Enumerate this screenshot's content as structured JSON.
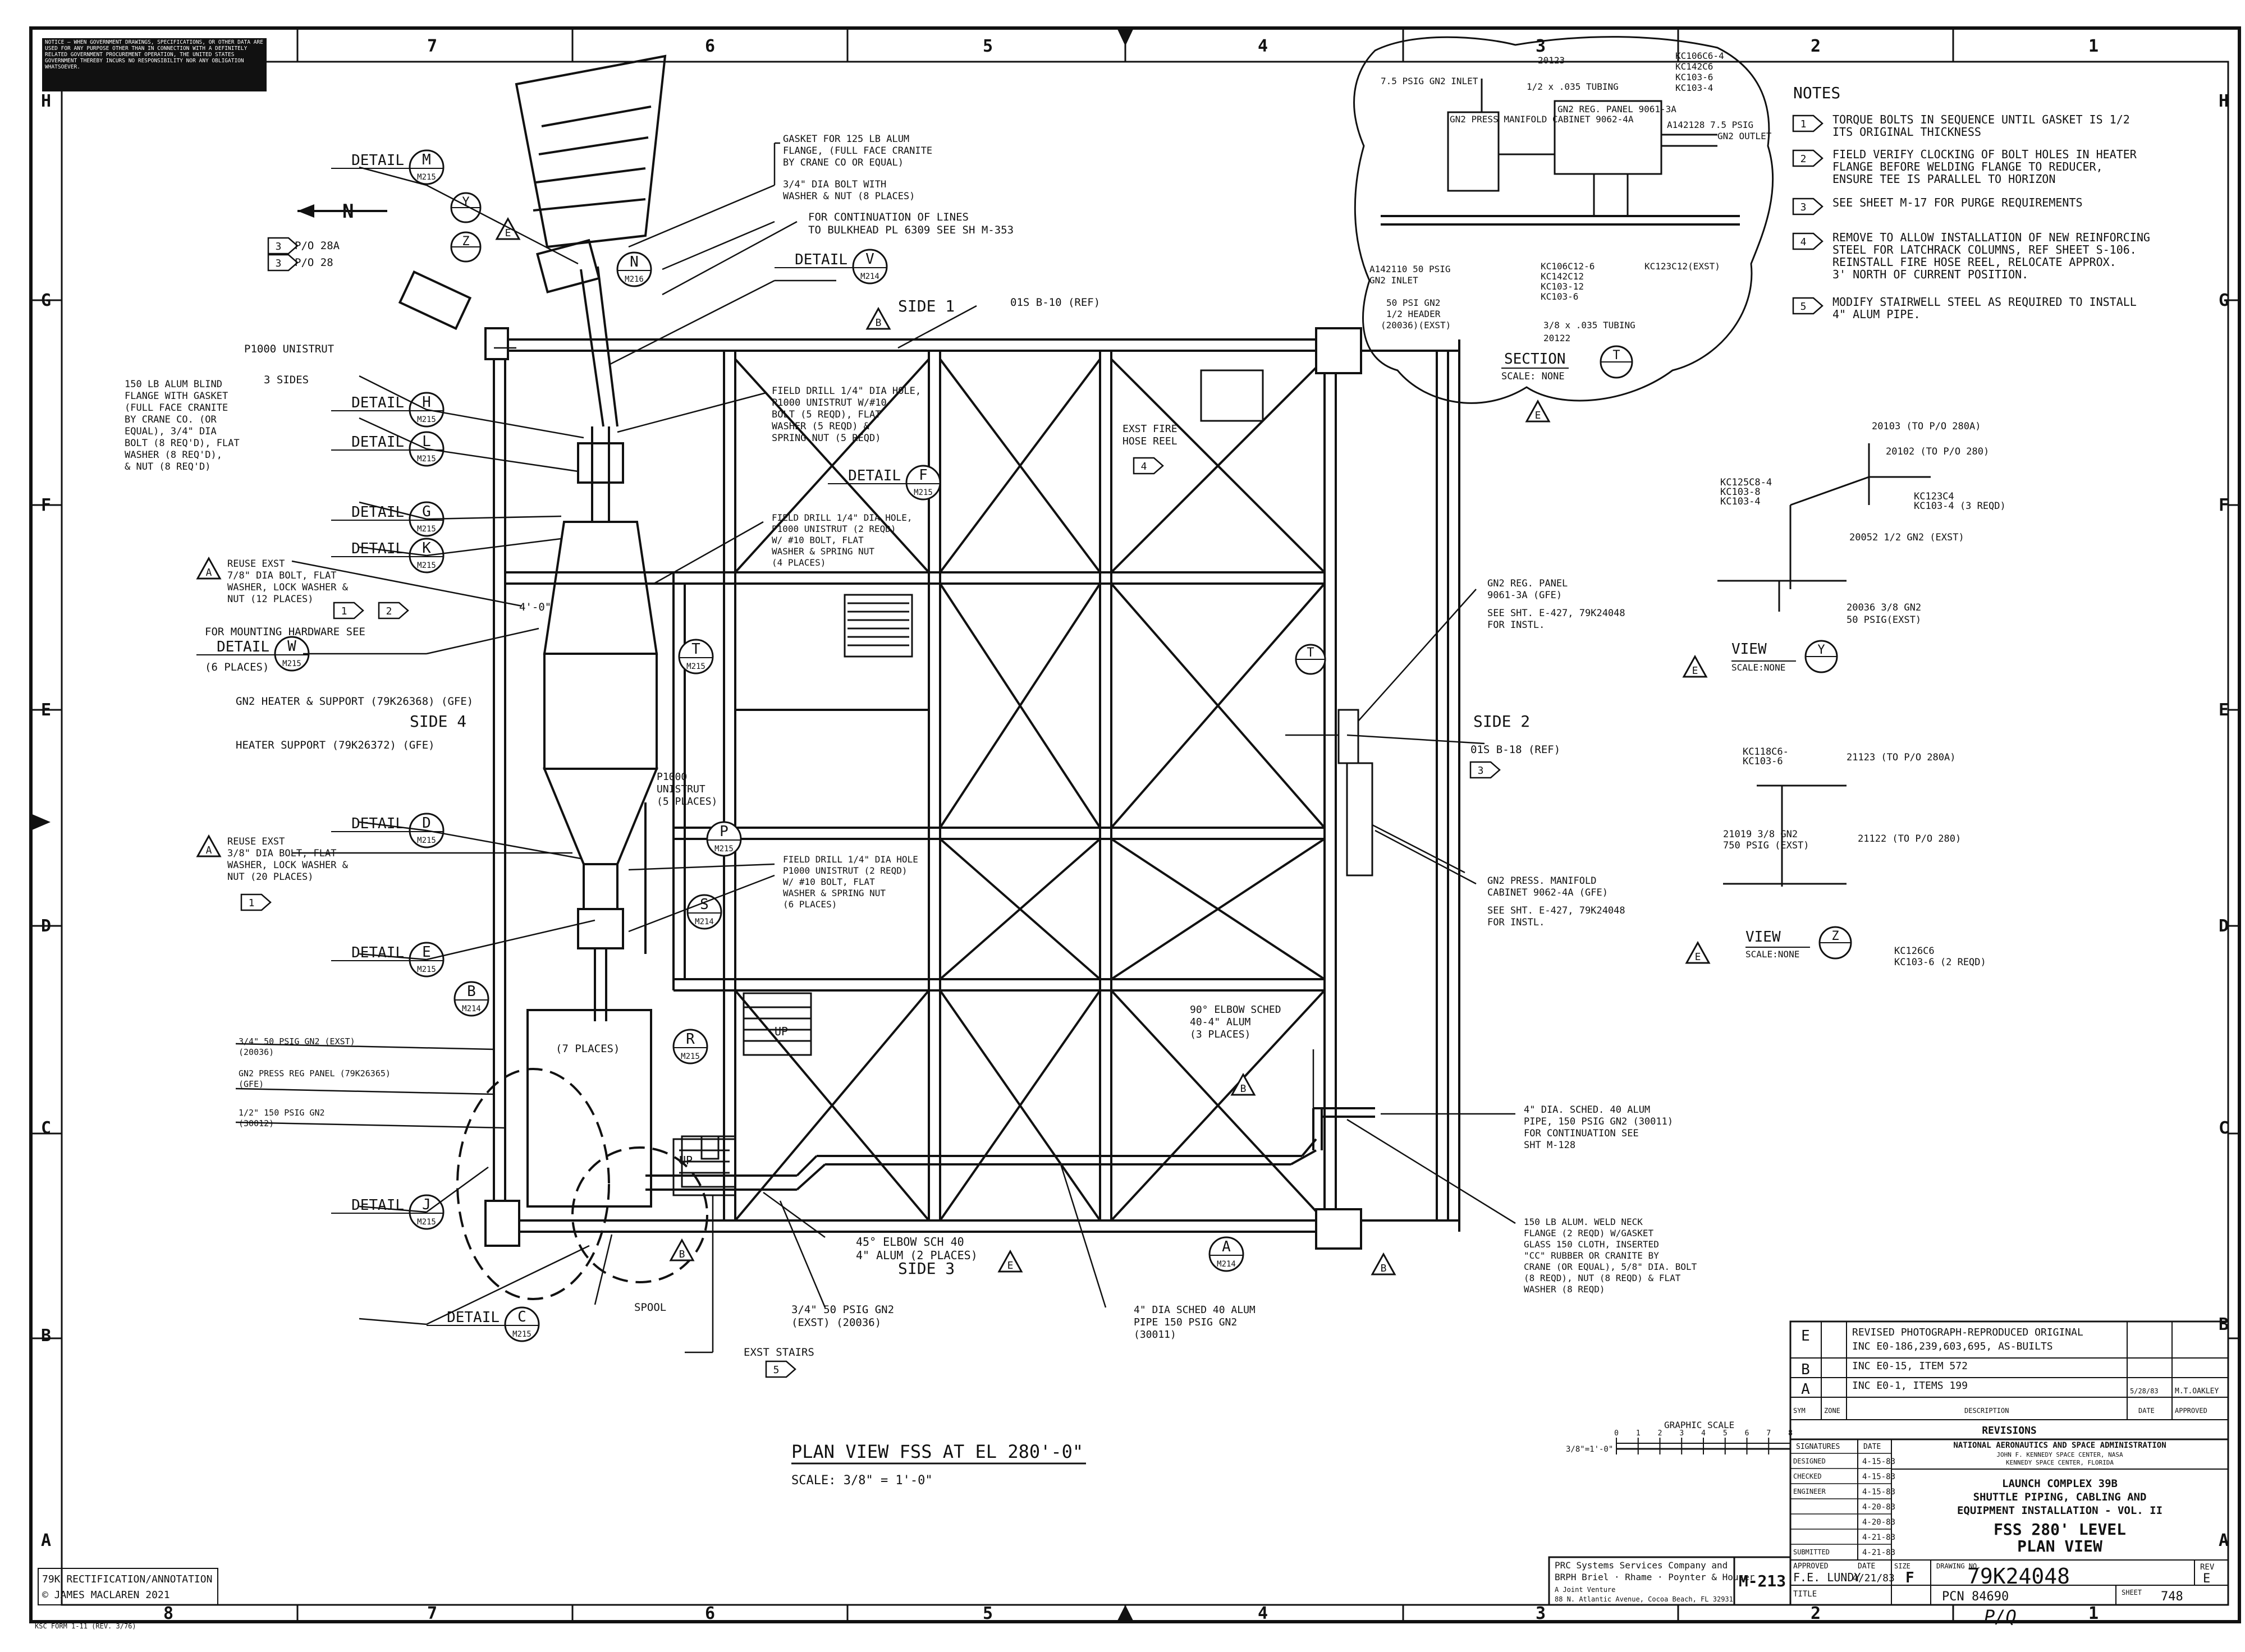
{
  "border": {
    "columns": [
      "8",
      "7",
      "6",
      "5",
      "4",
      "3",
      "2",
      "1"
    ],
    "rows": [
      "H",
      "G",
      "F",
      "E",
      "D",
      "C",
      "B",
      "A"
    ]
  },
  "notes_block_text": "NOTICE — WHEN GOVERNMENT DRAWINGS, SPECIFICATIONS, OR OTHER DATA ARE USED FOR ANY PURPOSE OTHER THAN IN CONNECTION WITH A DEFINITELY RELATED GOVERNMENT PROCUREMENT OPERATION, THE UNITED STATES GOVERNMENT THEREBY INCURS NO RESPONSIBILITY NOR ANY OBLIGATION WHATSOEVER.",
  "notes": {
    "heading": "NOTES",
    "items": [
      {
        "num": "1",
        "text": [
          "TORQUE BOLTS IN SEQUENCE UNTIL GASKET IS 1/2",
          "ITS ORIGINAL THICKNESS"
        ]
      },
      {
        "num": "2",
        "text": [
          "FIELD VERIFY CLOCKING OF BOLT HOLES IN HEATER",
          "FLANGE BEFORE WELDING FLANGE TO REDUCER,",
          "ENSURE TEE IS PARALLEL TO HORIZON"
        ]
      },
      {
        "num": "3",
        "text": [
          "SEE SHEET M-17 FOR PURGE REQUIREMENTS"
        ]
      },
      {
        "num": "4",
        "text": [
          "REMOVE TO ALLOW INSTALLATION OF NEW REINFORCING",
          "STEEL FOR LATCHRACK COLUMNS, REF SHEET S-106.",
          "REINSTALL FIRE HOSE REEL, RELOCATE APPROX.",
          "3' NORTH OF CURRENT POSITION."
        ]
      },
      {
        "num": "5",
        "text": [
          "MODIFY STAIRWELL STEEL AS REQUIRED TO INSTALL",
          "4\" ALUM PIPE."
        ]
      }
    ]
  },
  "section_t": {
    "title": "SECTION",
    "scale": "SCALE: NONE",
    "mark": "T",
    "rev": "E",
    "labels": [
      "7.5 PSIG GN2 INLET",
      "20123",
      "1/2 x .035 TUBING",
      "KC106C6-4",
      "KC142C6",
      "KC103-6",
      "KC103-4",
      "GN2 PRESS MANIFOLD CABINET 9062-4A",
      "GN2 REG. PANEL 9061-3A",
      "A142128 7.5 PSIG",
      "GN2 OUTLET",
      "A142110 50 PSIG",
      "GN2 INLET",
      "KC106C12-6",
      "KC142C12",
      "KC103-12",
      "KC103-6",
      "KC123C12(EXST)",
      "50 PSI GN2",
      "1/2 HEADER",
      "(20036)(EXST)",
      "3/8 x .035 TUBING",
      "20122"
    ]
  },
  "view_y": {
    "title": "VIEW",
    "mark": "Y",
    "scale": "SCALE:NONE",
    "rev": "E",
    "labels": [
      "20103 (TO P/O 280A)",
      "20102 (TO P/O 280)",
      "KC125C8-4",
      "KC103-8",
      "KC103-4",
      "KC123C4",
      "KC103-4 (3 REQD)",
      "20052 1/2 GN2 (EXST)",
      "20036 3/8 GN2",
      "50 PSIG(EXST)"
    ]
  },
  "view_z": {
    "title": "VIEW",
    "mark": "Z",
    "scale": "SCALE:NONE",
    "rev": "E",
    "labels": [
      "KC118C6-",
      "KC103-6",
      "21123 (TO P/O 280A)",
      "21019 3/8 GN2",
      "750 PSIG (EXST)",
      "21122 (TO P/O 280)",
      "KC126C6",
      "KC103-6 (2 REQD)"
    ]
  },
  "plan": {
    "title": "PLAN VIEW FSS AT EL 280'-0\"",
    "scale": "SCALE: 3/8\" = 1'-0\"",
    "north": "N",
    "sides": [
      "SIDE 1",
      "SIDE 2",
      "SIDE 3",
      "SIDE 4"
    ],
    "details": [
      {
        "name": "M",
        "sheet": "M215"
      },
      {
        "name": "H",
        "sheet": "M215"
      },
      {
        "name": "L",
        "sheet": "M215"
      },
      {
        "name": "G",
        "sheet": "M215"
      },
      {
        "name": "K",
        "sheet": "M215"
      },
      {
        "name": "W",
        "sheet": "M215"
      },
      {
        "name": "D",
        "sheet": "M215"
      },
      {
        "name": "E",
        "sheet": "M215"
      },
      {
        "name": "J",
        "sheet": "M215"
      },
      {
        "name": "C",
        "sheet": "M215"
      },
      {
        "name": "V",
        "sheet": "M214"
      },
      {
        "name": "F",
        "sheet": "M215"
      },
      {
        "name": "P",
        "sheet": "M215"
      },
      {
        "name": "S",
        "sheet": "M214"
      },
      {
        "name": "B",
        "sheet": "M214"
      },
      {
        "name": "R",
        "sheet": "M215"
      },
      {
        "name": "A",
        "sheet": "M214"
      },
      {
        "name": "T",
        "sheet": "M215"
      },
      {
        "name": "N",
        "sheet": "M216"
      }
    ],
    "callouts": {
      "p28a": "P/O 28A",
      "p28": "P/O 28",
      "p1000_unistrut": "P1000 UNISTRUT",
      "three_sides": "3 SIDES",
      "blind_flange": [
        "150 LB ALUM BLIND",
        "FLANGE WITH GASKET",
        "(FULL FACE CRANITE",
        "BY CRANE CO. (OR",
        "EQUAL), 3/4\" DIA",
        "BOLT (8 REQ'D), FLAT",
        "WASHER (8 REQ'D),",
        "& NUT (8 REQ'D)"
      ],
      "gasket": [
        "GASKET FOR 125 LB ALUM",
        "FLANGE, (FULL FACE CRANITE",
        "BY CRANE CO OR EQUAL)"
      ],
      "bolt": [
        "3/4\" DIA BOLT WITH",
        "WASHER & NUT (8 PLACES)"
      ],
      "continuation": [
        "FOR CONTINUATION OF LINES",
        "TO BULKHEAD PL 6309 SEE SH M-353"
      ],
      "ref_b10": "01S B-10 (REF)",
      "ref_b18": "01S B-18 (REF)",
      "field_drill_1": [
        "FIELD DRILL 1/4\" DIA HOLE,",
        "P1000 UNISTRUT W/#10",
        "BOLT (5 REQD), FLAT",
        "WASHER (5 REQD) &",
        "SPRING NUT (5 REQD)"
      ],
      "field_drill_2": [
        "FIELD DRILL 1/4\" DIA HOLE,",
        "P1000 UNISTRUT (2 REQD)",
        "W/ #10 BOLT, FLAT",
        "WASHER & SPRING NUT",
        "(4 PLACES)"
      ],
      "field_drill_3": [
        "FIELD DRILL 1/4\" DIA HOLE",
        "P1000 UNISTRUT (2 REQD)",
        "W/ #10 BOLT, FLAT",
        "WASHER & SPRING NUT",
        "(6 PLACES)"
      ],
      "reuse_1": [
        "REUSE EXST",
        "7/8\" DIA BOLT, FLAT",
        "WASHER, LOCK WASHER &",
        "NUT (12 PLACES)"
      ],
      "mounting": "FOR MOUNTING HARDWARE SEE",
      "six_places": "(6 PLACES)",
      "heater": "GN2 HEATER & SUPPORT (79K26368) (GFE)",
      "heater_support": "HEATER SUPPORT (79K26372) (GFE)",
      "reuse_2": [
        "REUSE EXST",
        "3/8\" DIA BOLT, FLAT",
        "WASHER, LOCK WASHER &",
        "NUT (20 PLACES)"
      ],
      "p1000_5": [
        "P1000",
        "UNISTRUT",
        "(5 PLACES)"
      ],
      "four_ft": "4'-0\"",
      "fire_hose": [
        "EXST FIRE",
        "HOSE REEL"
      ],
      "reg_panel": [
        "GN2 REG. PANEL",
        "9061-3A (GFE)"
      ],
      "see_sht_1": [
        "SEE SHT. E-427, 79K24048",
        "FOR INSTL."
      ],
      "press_manifold": [
        "GN2 PRESS. MANIFOLD",
        "CABINET 9062-4A (GFE)"
      ],
      "see_sht_2": [
        "SEE SHT. E-427, 79K24048",
        "FOR INSTL."
      ],
      "elbow_90": [
        "90° ELBOW SCHED",
        "40-4\" ALUM",
        "(3 PLACES)"
      ],
      "pipe_4": [
        "4\" DIA. SCHED. 40 ALUM",
        "PIPE, 150 PSIG GN2 (30011)",
        "FOR CONTINUATION SEE",
        "SHT M-128"
      ],
      "weld_neck": [
        "150 LB ALUM. WELD NECK",
        "FLANGE (2 REQD) W/GASKET",
        "GLASS 150 CLOTH, INSERTED",
        "\"CC\" RUBBER OR CRANITE BY",
        "CRANE (OR EQUAL), 5/8\" DIA. BOLT",
        "(8 REQD), NUT (8 REQD) & FLAT",
        "WASHER (8 REQD)"
      ],
      "gn2_34": [
        "3/4\" 50 PSIG GN2 (EXST)",
        "(20036)"
      ],
      "press_reg": [
        "GN2 PRESS REG PANEL (79K26365)",
        "(GFE)"
      ],
      "gn2_12": [
        "1/2\" 150 PSIG GN2",
        "(30012)"
      ],
      "t_places": "(7 PLACES)",
      "elbow_45": [
        "45° ELBOW SCH 40",
        "4\" ALUM (2 PLACES)"
      ],
      "gn2_50": [
        "3/4\" 50 PSIG GN2",
        "(EXST) (20036)"
      ],
      "pipe_4b": [
        "4\" DIA SCHED 40 ALUM",
        "PIPE 150 PSIG GN2",
        "(30011)"
      ],
      "spool": "SPOOL",
      "stairs": "EXST STAIRS",
      "up": "UP"
    }
  },
  "graphic_scale": {
    "label": "GRAPHIC SCALE",
    "start": "3/8\"=1'-0\"",
    "ticks": [
      "0",
      "1",
      "2",
      "3",
      "4",
      "5",
      "6",
      "7",
      "8"
    ]
  },
  "revisions": {
    "rows": [
      {
        "sym": "E",
        "desc": "REVISED PHOTOGRAPH-REPRODUCED ORIGINAL",
        "desc2": "INC E0-186,239,603,695, AS-BUILTS",
        "date": "",
        "approved": ""
      },
      {
        "sym": "B",
        "desc": "INC E0-15, ITEM 572",
        "desc2": "",
        "date": "",
        "approved": ""
      },
      {
        "sym": "A",
        "desc": "INC E0-1, ITEMS 199",
        "desc2": "",
        "date": "5/28/83",
        "approved": "M.T.OAKLEY"
      }
    ],
    "headers": [
      "SYM",
      "ZONE",
      "DESCRIPTION",
      "DATE",
      "APPROVED"
    ],
    "caption": "REVISIONS"
  },
  "title_block": {
    "agency": "NATIONAL AERONAUTICS AND SPACE ADMINISTRATION",
    "center": "JOHN F. KENNEDY SPACE CENTER, NASA",
    "location": "KENNEDY SPACE CENTER, FLORIDA",
    "project": [
      "LAUNCH COMPLEX 39B",
      "SHUTTLE PIPING, CABLING AND",
      "EQUIPMENT INSTALLATION - VOL. II"
    ],
    "title": [
      "FSS 280' LEVEL",
      "PLAN VIEW"
    ],
    "sig_header": [
      "SIGNATURES",
      "DATE"
    ],
    "sig_rows": [
      "DESIGNED",
      "CHECKED",
      "ENGINEER",
      "",
      "",
      "",
      "SUBMITTED"
    ],
    "sig_dates": [
      "4-15-83",
      "4-15-83",
      "4-15-83",
      "4-20-83",
      "4-20-83",
      "4-21-83",
      "4-21-83"
    ],
    "approved_label": "APPROVED",
    "approved_name": "F.E. LUNDY",
    "approved_date": "4/21/83",
    "date_label": "DATE",
    "size_label": "SIZE",
    "size": "F",
    "drawing_no_label": "DRAWING NO.",
    "drawing_no": "79K24048",
    "rev_label": "REV",
    "rev": "E",
    "title_label": "TITLE",
    "pcn": "PCN 84690",
    "sheet_label": "SHEET",
    "sheet": "748",
    "handwritten": "P/Q",
    "sheet_ref": "M-213",
    "firm": [
      "PRC Systems Services Company and",
      "BRPH Briel · Rhame · Poynter & Houser",
      "A Joint Venture",
      "88 N. Atlantic Avenue, Cocoa Beach, FL 32931"
    ]
  },
  "rectification": [
    "79K RECTIFICATION/ANNOTATION",
    "© JAMES MACLAREN 2021"
  ],
  "form_no": "KSC FORM 1-11 (REV. 3/76)"
}
